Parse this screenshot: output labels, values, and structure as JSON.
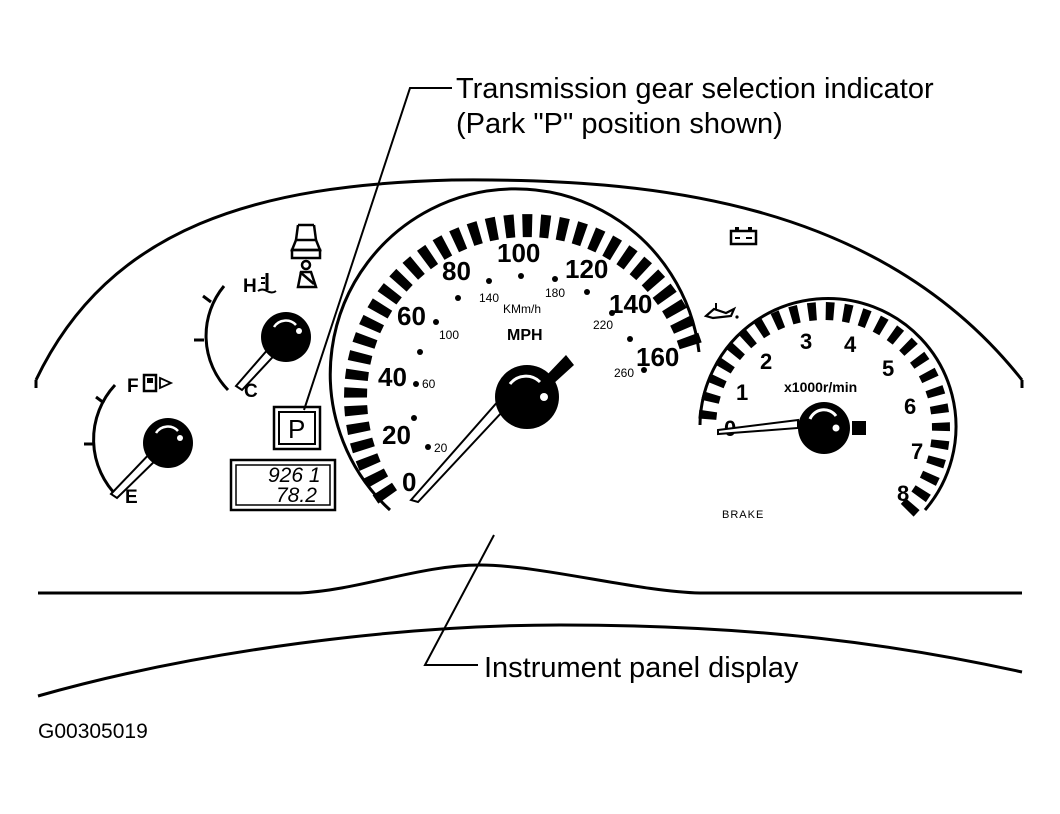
{
  "callouts": {
    "gear_indicator_line1": "Transmission gear selection indicator",
    "gear_indicator_line2": "(Park \"P\" position shown)",
    "instrument_panel": "Instrument panel display"
  },
  "figure_id": "G00305019",
  "speedometer": {
    "mph_labels": [
      "0",
      "20",
      "40",
      "60",
      "80",
      "100",
      "120",
      "140",
      "160"
    ],
    "kmh_labels": [
      "20",
      "60",
      "100",
      "140",
      "180",
      "220",
      "260"
    ],
    "unit_mph": "MPH",
    "unit_kmh": "KMm/h"
  },
  "tachometer": {
    "labels": [
      "0",
      "1",
      "2",
      "3",
      "4",
      "5",
      "6",
      "7",
      "8"
    ],
    "unit": "x1000r/min"
  },
  "fuel_gauge": {
    "full": "F",
    "empty": "E"
  },
  "temp_gauge": {
    "hot": "H",
    "cold": "C"
  },
  "gear_indicator": {
    "value": "P"
  },
  "odometer": {
    "line1": "926 1",
    "line2": "78.2"
  },
  "warning": {
    "brake": "BRAKE"
  },
  "icons": [
    "door-ajar-icon",
    "seatbelt-icon",
    "battery-icon",
    "oil-pressure-icon",
    "fuel-pump-icon",
    "coolant-temp-icon"
  ]
}
